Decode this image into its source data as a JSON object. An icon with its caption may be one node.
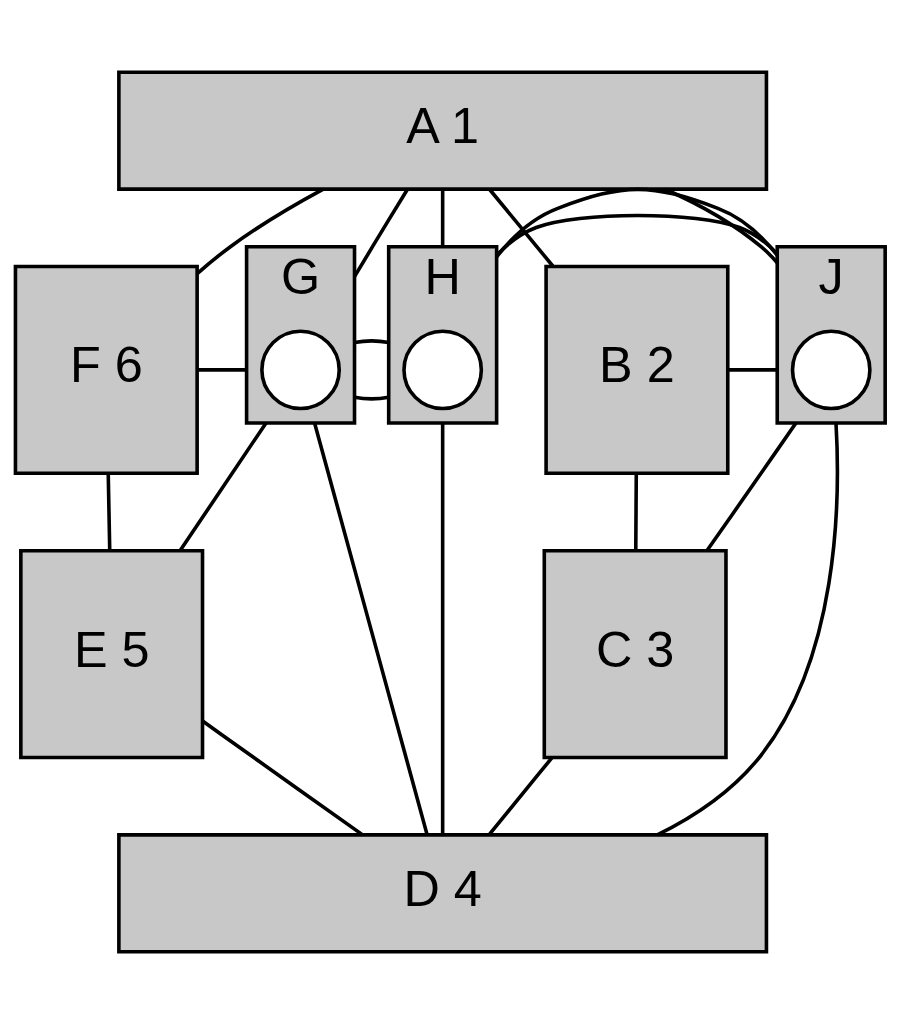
{
  "diagram": {
    "nodes": [
      {
        "text": [
          "A 1"
        ]
      },
      {
        "text": [
          "F 6"
        ]
      },
      {
        "text": [
          "G"
        ]
      },
      {
        "text": [
          "H"
        ]
      },
      {
        "text": [
          "J"
        ]
      },
      {
        "text": [
          "B 2"
        ]
      },
      {
        "text": [
          "E 5"
        ]
      },
      {
        "text": [
          "C 3"
        ]
      },
      {
        "text": [
          "D 4"
        ]
      },
      {
        "text": [],
        "shape": "circle",
        "in": 2
      },
      {
        "text": [],
        "shape": "circle",
        "in": 3
      },
      {
        "text": [],
        "shape": "circle",
        "in": 4
      }
    ],
    "edges": [
      {
        "from": 0,
        "to": 1,
        "arrow": "none"
      },
      {
        "from": 0,
        "to": 2,
        "arrow": "none"
      },
      {
        "from": 0,
        "to": 3,
        "arrow": "none"
      },
      {
        "from": 0,
        "to": 4,
        "arrow": "none"
      },
      {
        "from": 0,
        "to": 5,
        "arrow": "none"
      },
      {
        "from": 1,
        "to": 2,
        "arrow": "none"
      },
      {
        "from": 2,
        "to": 3,
        "arrow": "none"
      },
      {
        "from": 3,
        "to": 4,
        "arrow": "none"
      },
      {
        "from": 4,
        "to": 5,
        "arrow": "none"
      },
      {
        "from": 1,
        "to": 6,
        "arrow": "none"
      },
      {
        "from": 5,
        "to": 7,
        "arrow": "none"
      },
      {
        "from": 6,
        "to": 2,
        "arrow": "none"
      },
      {
        "from": 2,
        "to": 3,
        "arrow": "none"
      },
      {
        "from": 3,
        "to": 4,
        "arrow": "none"
      },
      {
        "from": 4,
        "to": 7,
        "arrow": "none"
      },
      {
        "from": 6,
        "to": 8,
        "arrow": "none"
      },
      {
        "from": 2,
        "to": 8,
        "arrow": "none"
      },
      {
        "from": 3,
        "to": 8,
        "arrow": "none"
      },
      {
        "from": 4,
        "to": 8,
        "arrow": "none"
      },
      {
        "from": 7,
        "to": 8,
        "arrow": "none"
      }
    ]
  }
}
